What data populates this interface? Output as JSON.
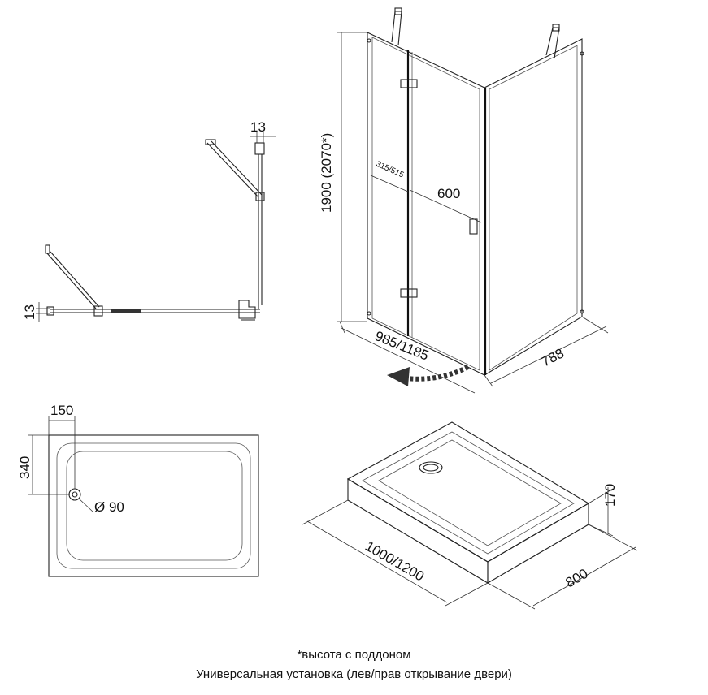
{
  "plan_view": {
    "dim_top_offset": "13",
    "dim_left_offset": "13"
  },
  "cabin_view": {
    "dim_height": "1900 (2070*)",
    "dim_fixed_panel": "315/515",
    "dim_door": "600",
    "dim_width": "985/1185",
    "dim_depth": "788"
  },
  "tray_top_view": {
    "dim_drain_x": "150",
    "dim_drain_y": "340",
    "dim_drain_diameter": "Ø 90"
  },
  "tray_iso_view": {
    "dim_height": "170",
    "dim_length": "1000/1200",
    "dim_width": "800"
  },
  "notes": {
    "footnote": "*высота с поддоном",
    "installation": "Универсальная установка (лев/прав открывание двери)"
  }
}
